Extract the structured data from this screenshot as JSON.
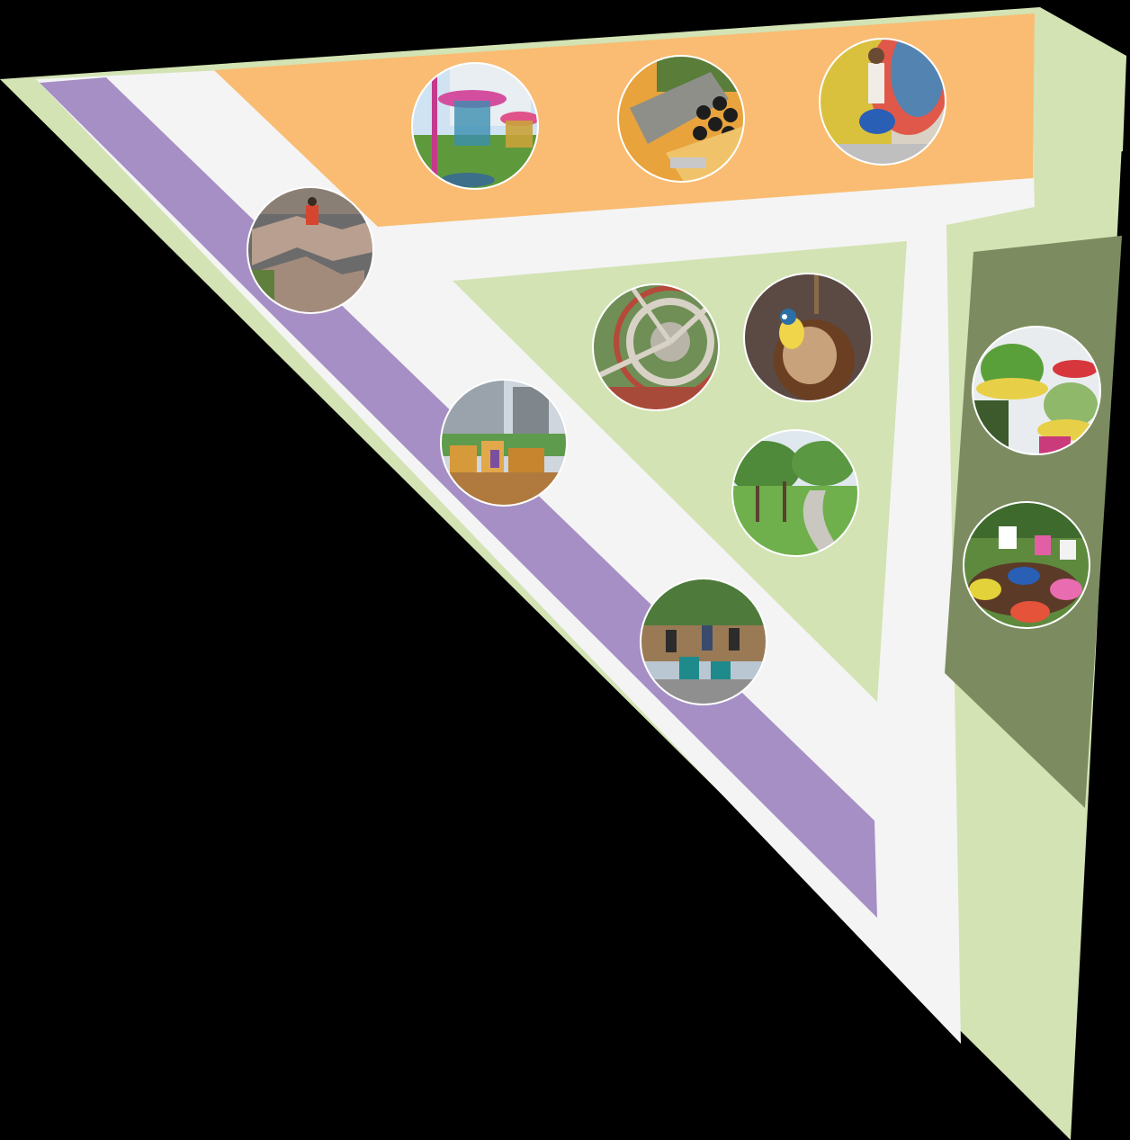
{
  "diagram": {
    "background": "#000000",
    "zones": [
      {
        "id": "outer-site",
        "color": "#d3e3b4"
      },
      {
        "id": "pedestrian-path",
        "color": "#f4f4f4"
      },
      {
        "id": "cycle-lane",
        "color": "#a68fc5"
      },
      {
        "id": "play-zone",
        "color": "#f9bc72"
      },
      {
        "id": "garden-zone",
        "color": "#d3e3b4"
      },
      {
        "id": "community-planting-zone",
        "color": "#7c8c60"
      }
    ],
    "photos": [
      {
        "id": "photo-colorful-swing-pavilions",
        "subject": "play-pavilions"
      },
      {
        "id": "photo-climbing-wall-tires",
        "subject": "climbing-wall"
      },
      {
        "id": "photo-rope-net-swing",
        "subject": "rope-swing"
      },
      {
        "id": "photo-zigzag-wooden-benches",
        "subject": "benches"
      },
      {
        "id": "photo-wooden-street-seating",
        "subject": "street-seating"
      },
      {
        "id": "photo-deck-seating-people",
        "subject": "deck-seating"
      },
      {
        "id": "photo-aerial-circular-garden",
        "subject": "circular-garden"
      },
      {
        "id": "photo-bird-coconut-feeder",
        "subject": "bird-feeder"
      },
      {
        "id": "photo-park-green-path",
        "subject": "park-path"
      },
      {
        "id": "photo-hanging-tire-planters",
        "subject": "tire-planters"
      },
      {
        "id": "photo-kids-tire-flowerbed",
        "subject": "tire-flowerbed"
      }
    ]
  }
}
